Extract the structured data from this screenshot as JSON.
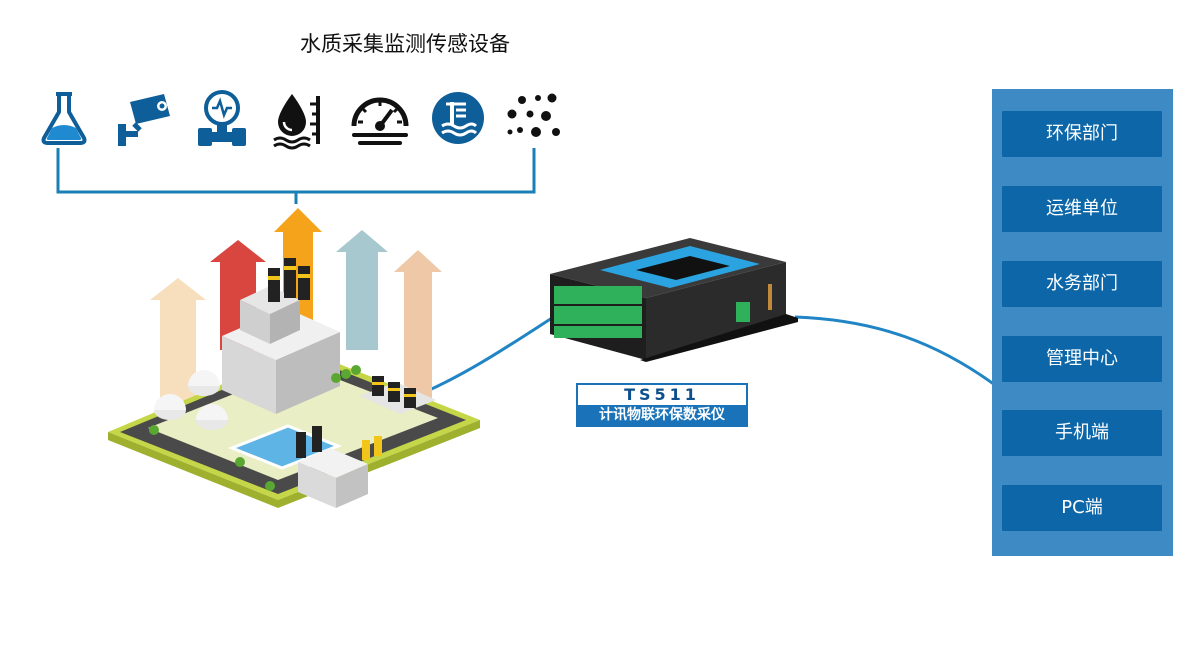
{
  "diagram": {
    "title": "水质采集监测传感设备",
    "sensors": [
      {
        "icon": "flask-icon"
      },
      {
        "icon": "camera-icon"
      },
      {
        "icon": "pressure-gauge-icon"
      },
      {
        "icon": "water-level-icon"
      },
      {
        "icon": "speedometer-icon"
      },
      {
        "icon": "water-temperature-icon"
      },
      {
        "icon": "particles-icon"
      }
    ],
    "device": {
      "model": "TS511",
      "name": "计讯物联环保数采仪"
    },
    "targets": [
      {
        "label": "环保部门"
      },
      {
        "label": "运维单位"
      },
      {
        "label": "水务部门"
      },
      {
        "label": "管理中心"
      },
      {
        "label": "手机端"
      },
      {
        "label": "PC端"
      }
    ],
    "colors": {
      "connector": "#1a7fb5",
      "panel": "#3d8ac4",
      "button": "#0c66a8",
      "label_border": "#1a73b8",
      "model_text": "#0d4f8c"
    }
  }
}
